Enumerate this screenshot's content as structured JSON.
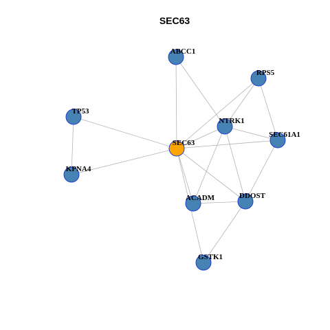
{
  "title": "SEC63",
  "colors": {
    "center_node": "#ffa500",
    "node": "#4682b4",
    "node_border": "#1f3fcf",
    "edge": "#b3b3b3"
  },
  "nodes": [
    {
      "id": "SEC63",
      "label": "SEC63",
      "role": "center"
    },
    {
      "id": "ABCC1",
      "label": "ABCC1",
      "role": "neighbor"
    },
    {
      "id": "RPS5",
      "label": "RPS5",
      "role": "neighbor"
    },
    {
      "id": "TP53",
      "label": "TP53",
      "role": "neighbor"
    },
    {
      "id": "NTRK1",
      "label": "NTRK1",
      "role": "neighbor"
    },
    {
      "id": "SEC61A1",
      "label": "SEC61A1",
      "role": "neighbor"
    },
    {
      "id": "KPNA4",
      "label": "KPNA4",
      "role": "neighbor"
    },
    {
      "id": "ACADM",
      "label": "ACADM",
      "role": "neighbor"
    },
    {
      "id": "DDOST",
      "label": "DDOST",
      "role": "neighbor"
    },
    {
      "id": "GSTK1",
      "label": "GSTK1",
      "role": "neighbor"
    }
  ],
  "edges": [
    [
      "SEC63",
      "ABCC1"
    ],
    [
      "SEC63",
      "RPS5"
    ],
    [
      "SEC63",
      "TP53"
    ],
    [
      "SEC63",
      "NTRK1"
    ],
    [
      "SEC63",
      "SEC61A1"
    ],
    [
      "SEC63",
      "KPNA4"
    ],
    [
      "SEC63",
      "ACADM"
    ],
    [
      "SEC63",
      "DDOST"
    ],
    [
      "SEC63",
      "GSTK1"
    ],
    [
      "ABCC1",
      "NTRK1"
    ],
    [
      "RPS5",
      "NTRK1"
    ],
    [
      "RPS5",
      "SEC61A1"
    ],
    [
      "TP53",
      "KPNA4"
    ],
    [
      "NTRK1",
      "SEC61A1"
    ],
    [
      "NTRK1",
      "ACADM"
    ],
    [
      "NTRK1",
      "DDOST"
    ],
    [
      "SEC61A1",
      "DDOST"
    ],
    [
      "ACADM",
      "DDOST"
    ],
    [
      "DDOST",
      "GSTK1"
    ]
  ]
}
